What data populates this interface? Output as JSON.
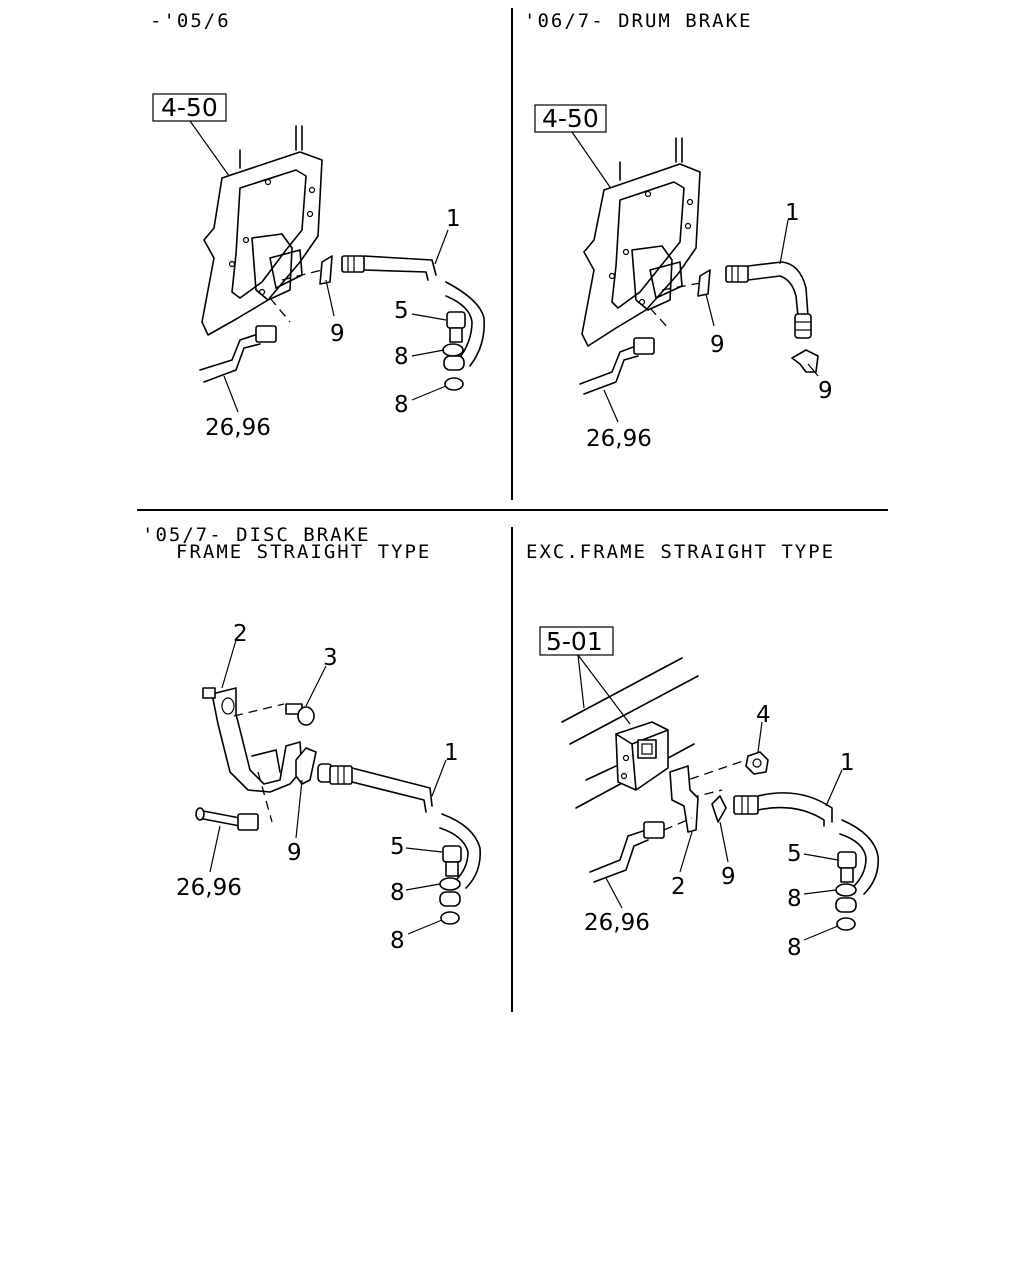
{
  "panels": {
    "top_left": {
      "heading": "-'05/6",
      "ref_box": "4-50",
      "labels": {
        "hose": "1",
        "clip": "9",
        "bolt": "5",
        "washer_a": "8",
        "washer_b": "8",
        "pipe": "26,96"
      }
    },
    "top_right": {
      "heading": "'06/7- DRUM BRAKE",
      "ref_box": "4-50",
      "labels": {
        "hose": "1",
        "clip_a": "9",
        "clip_b": "9",
        "pipe": "26,96"
      }
    },
    "bottom_left": {
      "heading_line1": "'05/7- DISC BRAKE",
      "heading_line2": "FRAME STRAIGHT TYPE",
      "labels": {
        "bracket": "2",
        "bolt_b": "3",
        "hose": "1",
        "clip": "9",
        "bolt": "5",
        "washer_a": "8",
        "washer_b": "8",
        "pipe": "26,96"
      }
    },
    "bottom_right": {
      "heading": "EXC.FRAME STRAIGHT TYPE",
      "ref_box": "5-01",
      "labels": {
        "nut": "4",
        "hose": "1",
        "bracket": "2",
        "clip": "9",
        "bolt": "5",
        "washer_a": "8",
        "washer_b": "8",
        "pipe": "26,96"
      }
    }
  }
}
